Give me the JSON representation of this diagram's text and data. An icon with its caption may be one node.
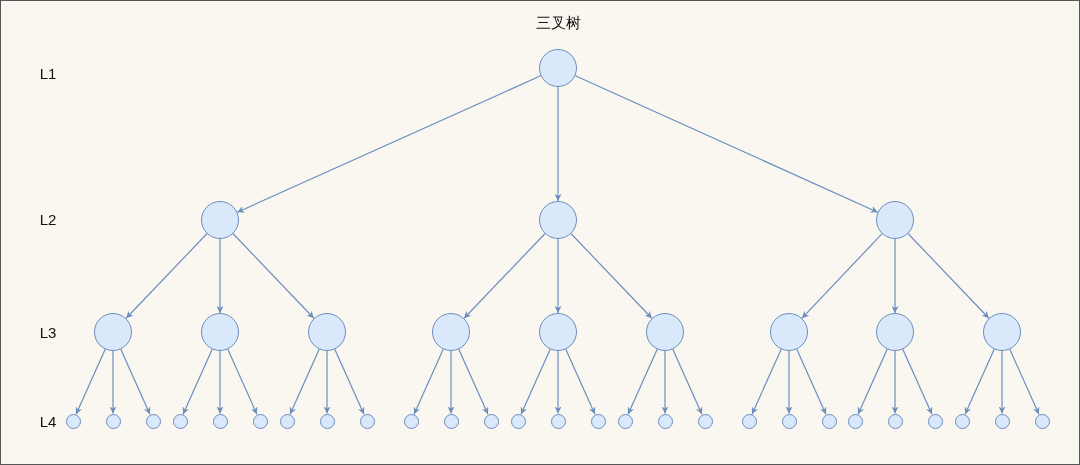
{
  "diagram": {
    "title": "三叉树",
    "nodes": [
      {
        "text": [],
        "shape": "circle"
      },
      {
        "text": [],
        "shape": "circle"
      },
      {
        "text": [],
        "shape": "circle"
      },
      {
        "text": [],
        "shape": "circle"
      },
      {
        "text": [],
        "shape": "circle"
      },
      {
        "text": [],
        "shape": "circle"
      },
      {
        "text": [],
        "shape": "circle"
      },
      {
        "text": [],
        "shape": "circle"
      },
      {
        "text": [],
        "shape": "circle"
      },
      {
        "text": [],
        "shape": "circle"
      },
      {
        "text": [],
        "shape": "circle"
      },
      {
        "text": [],
        "shape": "circle"
      },
      {
        "text": [],
        "shape": "circle"
      },
      {
        "text": [],
        "shape": "circle"
      },
      {
        "text": [],
        "shape": "circle"
      },
      {
        "text": [],
        "shape": "circle"
      },
      {
        "text": [],
        "shape": "circle"
      },
      {
        "text": [],
        "shape": "circle"
      },
      {
        "text": [],
        "shape": "circle"
      },
      {
        "text": [],
        "shape": "circle"
      },
      {
        "text": [],
        "shape": "circle"
      },
      {
        "text": [],
        "shape": "circle"
      },
      {
        "text": [],
        "shape": "circle"
      },
      {
        "text": [],
        "shape": "circle"
      },
      {
        "text": [],
        "shape": "circle"
      },
      {
        "text": [],
        "shape": "circle"
      },
      {
        "text": [],
        "shape": "circle"
      },
      {
        "text": [],
        "shape": "circle"
      },
      {
        "text": [],
        "shape": "circle"
      },
      {
        "text": [],
        "shape": "circle"
      },
      {
        "text": [],
        "shape": "circle"
      },
      {
        "text": [],
        "shape": "circle"
      },
      {
        "text": [],
        "shape": "circle"
      },
      {
        "text": [],
        "shape": "circle"
      },
      {
        "text": [],
        "shape": "circle"
      },
      {
        "text": [],
        "shape": "circle"
      },
      {
        "text": [],
        "shape": "circle"
      },
      {
        "text": [],
        "shape": "circle"
      },
      {
        "text": [],
        "shape": "circle"
      },
      {
        "text": [],
        "shape": "circle"
      }
    ],
    "edges": [
      {
        "from": 0,
        "to": 1,
        "arrow": "to"
      },
      {
        "from": 0,
        "to": 2,
        "arrow": "to"
      },
      {
        "from": 0,
        "to": 3,
        "arrow": "to"
      },
      {
        "from": 1,
        "to": 4,
        "arrow": "to"
      },
      {
        "from": 1,
        "to": 5,
        "arrow": "to"
      },
      {
        "from": 1,
        "to": 6,
        "arrow": "to"
      },
      {
        "from": 2,
        "to": 7,
        "arrow": "to"
      },
      {
        "from": 2,
        "to": 8,
        "arrow": "to"
      },
      {
        "from": 2,
        "to": 9,
        "arrow": "to"
      },
      {
        "from": 3,
        "to": 10,
        "arrow": "to"
      },
      {
        "from": 3,
        "to": 11,
        "arrow": "to"
      },
      {
        "from": 3,
        "to": 12,
        "arrow": "to"
      },
      {
        "from": 4,
        "to": 13,
        "arrow": "to"
      },
      {
        "from": 4,
        "to": 14,
        "arrow": "to"
      },
      {
        "from": 4,
        "to": 15,
        "arrow": "to"
      },
      {
        "from": 5,
        "to": 16,
        "arrow": "to"
      },
      {
        "from": 5,
        "to": 17,
        "arrow": "to"
      },
      {
        "from": 5,
        "to": 18,
        "arrow": "to"
      },
      {
        "from": 6,
        "to": 19,
        "arrow": "to"
      },
      {
        "from": 6,
        "to": 20,
        "arrow": "to"
      },
      {
        "from": 6,
        "to": 21,
        "arrow": "to"
      },
      {
        "from": 7,
        "to": 22,
        "arrow": "to"
      },
      {
        "from": 7,
        "to": 23,
        "arrow": "to"
      },
      {
        "from": 7,
        "to": 24,
        "arrow": "to"
      },
      {
        "from": 8,
        "to": 25,
        "arrow": "to"
      },
      {
        "from": 8,
        "to": 26,
        "arrow": "to"
      },
      {
        "from": 8,
        "to": 27,
        "arrow": "to"
      },
      {
        "from": 9,
        "to": 28,
        "arrow": "to"
      },
      {
        "from": 9,
        "to": 29,
        "arrow": "to"
      },
      {
        "from": 9,
        "to": 30,
        "arrow": "to"
      },
      {
        "from": 10,
        "to": 31,
        "arrow": "to"
      },
      {
        "from": 10,
        "to": 32,
        "arrow": "to"
      },
      {
        "from": 10,
        "to": 33,
        "arrow": "to"
      },
      {
        "from": 11,
        "to": 34,
        "arrow": "to"
      },
      {
        "from": 11,
        "to": 35,
        "arrow": "to"
      },
      {
        "from": 11,
        "to": 36,
        "arrow": "to"
      },
      {
        "from": 12,
        "to": 37,
        "arrow": "to"
      },
      {
        "from": 12,
        "to": 38,
        "arrow": "to"
      },
      {
        "from": 12,
        "to": 39,
        "arrow": "to"
      }
    ],
    "labels": [
      "L1",
      "L2",
      "L3",
      "L4"
    ]
  }
}
